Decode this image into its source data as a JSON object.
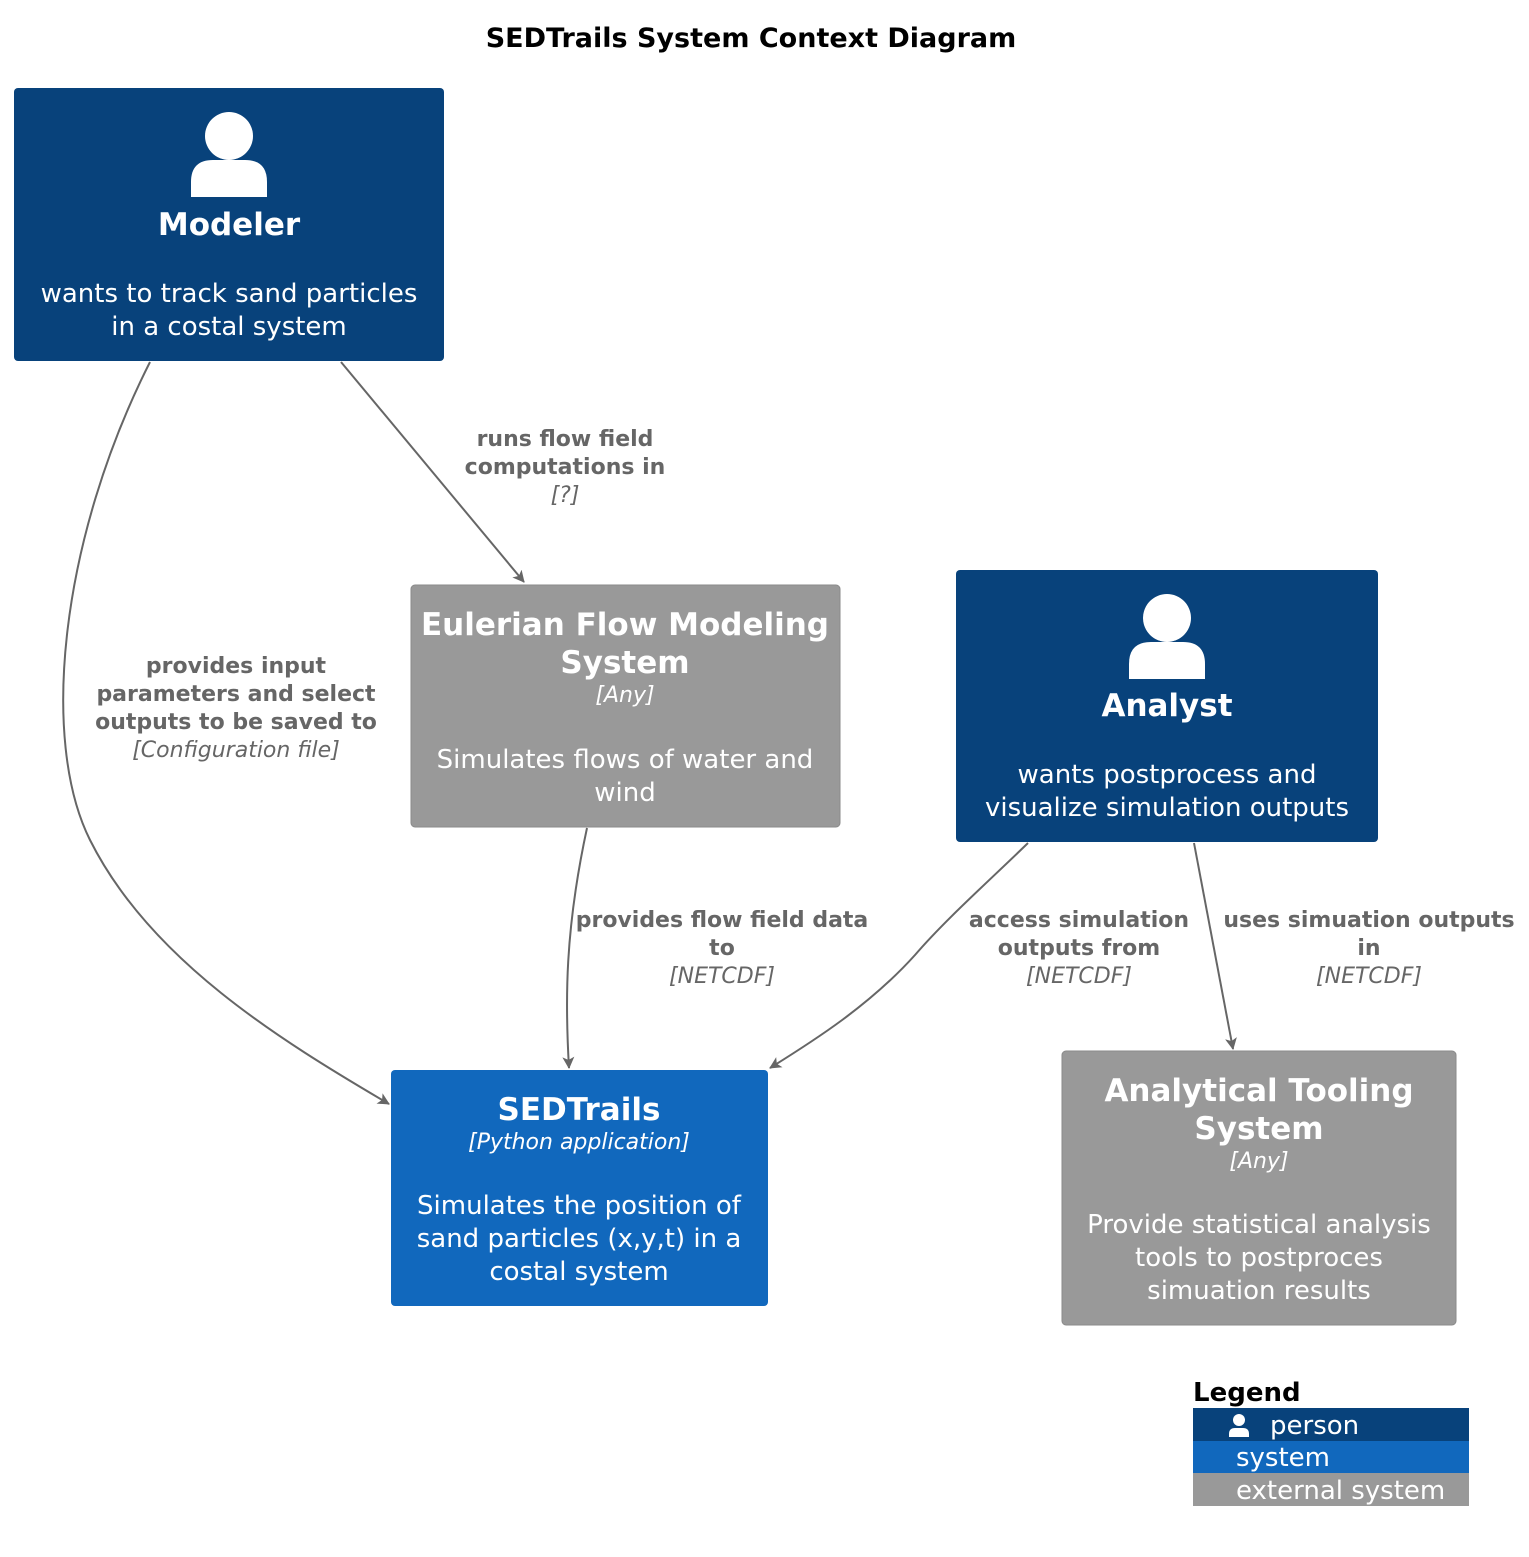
{
  "title": "SEDTrails System Context Diagram",
  "colors": {
    "person": "#08427B",
    "system": "#1168BD",
    "external_system": "#999999",
    "edge": "#666666",
    "text_light": "#FFFFFF"
  },
  "nodes": {
    "modeler": {
      "icon": "person-icon",
      "title": "Modeler",
      "desc1": "wants to track sand particles",
      "desc2": "in a costal system"
    },
    "eulerian": {
      "title1": "Eulerian Flow Modeling",
      "title2": "System",
      "tech": "[Any]",
      "desc1": "Simulates flows of water and",
      "desc2": "wind"
    },
    "analyst": {
      "icon": "person-icon",
      "title": "Analyst",
      "desc1": "wants postprocess and",
      "desc2": "visualize simulation outputs"
    },
    "sedtrails": {
      "title": "SEDTrails",
      "tech": "[Python application]",
      "desc1": "Simulates the position of",
      "desc2": "sand particles (x,y,t) in a",
      "desc3": "costal system"
    },
    "analytical": {
      "title1": "Analytical Tooling",
      "title2": "System",
      "tech": "[Any]",
      "desc1": "Provide statistical analysis",
      "desc2": "tools to postproces",
      "desc3": "simuation results"
    }
  },
  "edges": {
    "modeler_eulerian": {
      "line1": "runs flow field",
      "line2": "computations in",
      "tech": "[?]"
    },
    "modeler_sedtrails": {
      "line1": "provides input",
      "line2": "parameters and select",
      "line3": "outputs to be saved to",
      "tech": "[Configuration file]"
    },
    "eulerian_sedtrails": {
      "line1": "provides flow field data",
      "line2": "to",
      "tech": "[NETCDF]"
    },
    "analyst_sedtrails": {
      "line1": "access simulation",
      "line2": "outputs from",
      "tech": "[NETCDF]"
    },
    "analyst_analytical": {
      "line1": "uses simuation outputs",
      "line2": "in",
      "tech": "[NETCDF]"
    }
  },
  "legend": {
    "title": "Legend",
    "person": "person",
    "system": "system",
    "external_system": "external system"
  }
}
